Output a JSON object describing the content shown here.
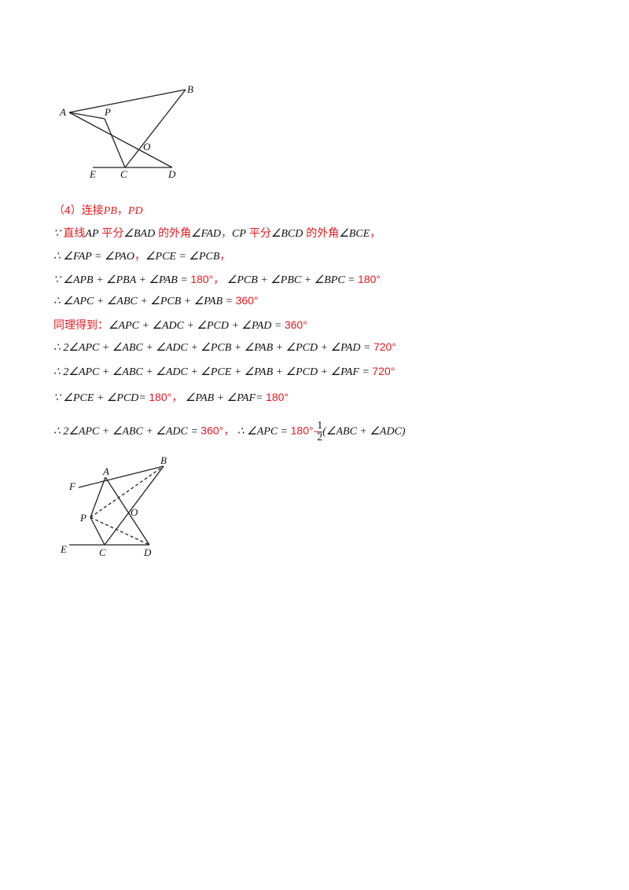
{
  "figure1": {
    "labels": {
      "A": "A",
      "B": "B",
      "P": "P",
      "O": "O",
      "E": "E",
      "C": "C",
      "D": "D"
    }
  },
  "figure2": {
    "labels": {
      "A": "A",
      "B": "B",
      "F": "F",
      "P": "P",
      "O": "O",
      "E": "E",
      "C": "C",
      "D": "D"
    }
  },
  "lines": [
    [
      {
        "t": "（4）连接",
        "c": "r"
      },
      {
        "t": "PB",
        "c": "rm"
      },
      {
        "t": "，",
        "c": "r"
      },
      {
        "t": "PD",
        "c": "rm"
      }
    ],
    [
      {
        "t": "∵ ",
        "c": "m"
      },
      {
        "t": "直线",
        "c": "r"
      },
      {
        "t": "AP",
        "c": "m"
      },
      {
        "t": " 平分",
        "c": "r"
      },
      {
        "t": "∠BAD",
        "c": "m"
      },
      {
        "t": " 的外角",
        "c": "r"
      },
      {
        "t": "∠FAD",
        "c": "m"
      },
      {
        "t": "，",
        "c": "r"
      },
      {
        "t": "CP",
        "c": "m"
      },
      {
        "t": " 平分",
        "c": "r"
      },
      {
        "t": "∠BCD",
        "c": "m"
      },
      {
        "t": " 的外角",
        "c": "r"
      },
      {
        "t": "∠BCE",
        "c": "m"
      },
      {
        "t": "，",
        "c": "r"
      }
    ],
    [
      {
        "t": "∴ ∠FAP = ∠PAO",
        "c": "m"
      },
      {
        "t": "，",
        "c": "r"
      },
      {
        "t": "∠PCE = ∠PCB",
        "c": "m"
      },
      {
        "t": "，",
        "c": "r"
      }
    ],
    [
      {
        "t": "∵ ∠APB + ∠PBA + ∠PAB = ",
        "c": "m"
      },
      {
        "t": "180°，",
        "c": "r"
      },
      {
        "t": " ∠PCB + ∠PBC + ∠BPC = ",
        "c": "m"
      },
      {
        "t": "180°",
        "c": "r"
      }
    ],
    [
      {
        "t": "∴ ∠APC + ∠ABC + ∠PCB + ∠PAB = ",
        "c": "m"
      },
      {
        "t": "360°",
        "c": "r"
      }
    ],
    [
      {
        "t": "同理得到：",
        "c": "r"
      },
      {
        "t": "∠APC + ∠ADC + ∠PCD + ∠PAD = ",
        "c": "m"
      },
      {
        "t": "360°",
        "c": "r"
      }
    ],
    [
      {
        "t": "∴ 2∠APC + ∠ABC + ∠ADC + ∠PCB + ∠PAB + ∠PCD + ∠PAD = ",
        "c": "m"
      },
      {
        "t": "720°",
        "c": "r"
      }
    ],
    [
      {
        "t": "∴ 2∠APC + ∠ABC + ∠ADC + ∠PCE + ∠PAB + ∠PCD + ∠PAF = ",
        "c": "m"
      },
      {
        "t": "720°",
        "c": "r"
      }
    ],
    [
      {
        "t": "∵ ∠PCE + ∠PCD= ",
        "c": "m"
      },
      {
        "t": "180°，",
        "c": "r"
      },
      {
        "t": " ∠PAB + ∠PAF= ",
        "c": "m"
      },
      {
        "t": "180°",
        "c": "r"
      }
    ]
  ],
  "last_line": {
    "part1": "∴ 2∠APC + ∠ABC + ∠ADC = ",
    "v1": "360°，",
    "part2": " ∴ ∠APC = ",
    "v2": "180°-",
    "num": "1",
    "den": "2",
    "part3": "(∠ABC + ∠ADC)"
  }
}
